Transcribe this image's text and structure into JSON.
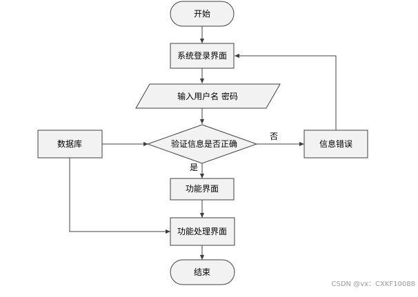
{
  "nodes": {
    "start": "开始",
    "login": "系统登录界面",
    "input": "输入用户名 密码",
    "verify": "验证信息是否正确",
    "error": "信息错误",
    "database": "数据库",
    "func": "功能界面",
    "process": "功能处理界面",
    "end": "结束"
  },
  "edges": {
    "no": "否",
    "yes": "是"
  },
  "watermark": "CSDN @vx：CXKF10088",
  "colors": {
    "node_fill": "#f2f2f2",
    "stroke": "#3f3f3f"
  }
}
